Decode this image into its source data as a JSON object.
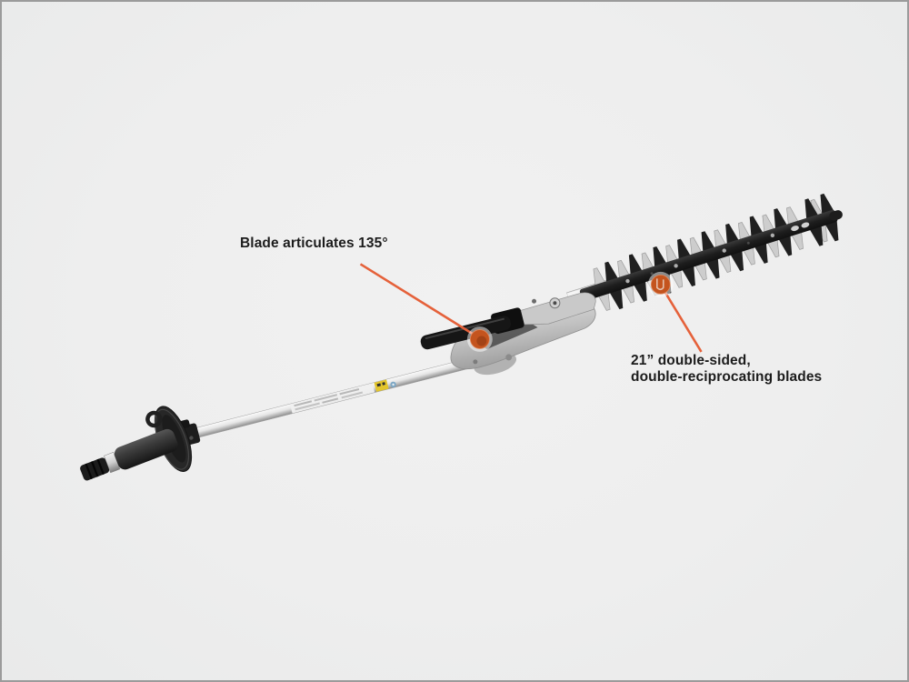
{
  "scene": {
    "background_color": "#eeeeee",
    "frame_border_color": "#9b9b9b",
    "label_text_color": "#1c1c1c"
  },
  "callouts": {
    "accent_color": "#e5613a",
    "marker_fill_color": "#c4541e",
    "marker_ring_color": "rgba(255,255,255,0.5)",
    "articulation": {
      "label": "Blade articulates 135°"
    },
    "blades": {
      "line1": "21” double-sided,",
      "line2": "double-reciprocating blades"
    }
  }
}
